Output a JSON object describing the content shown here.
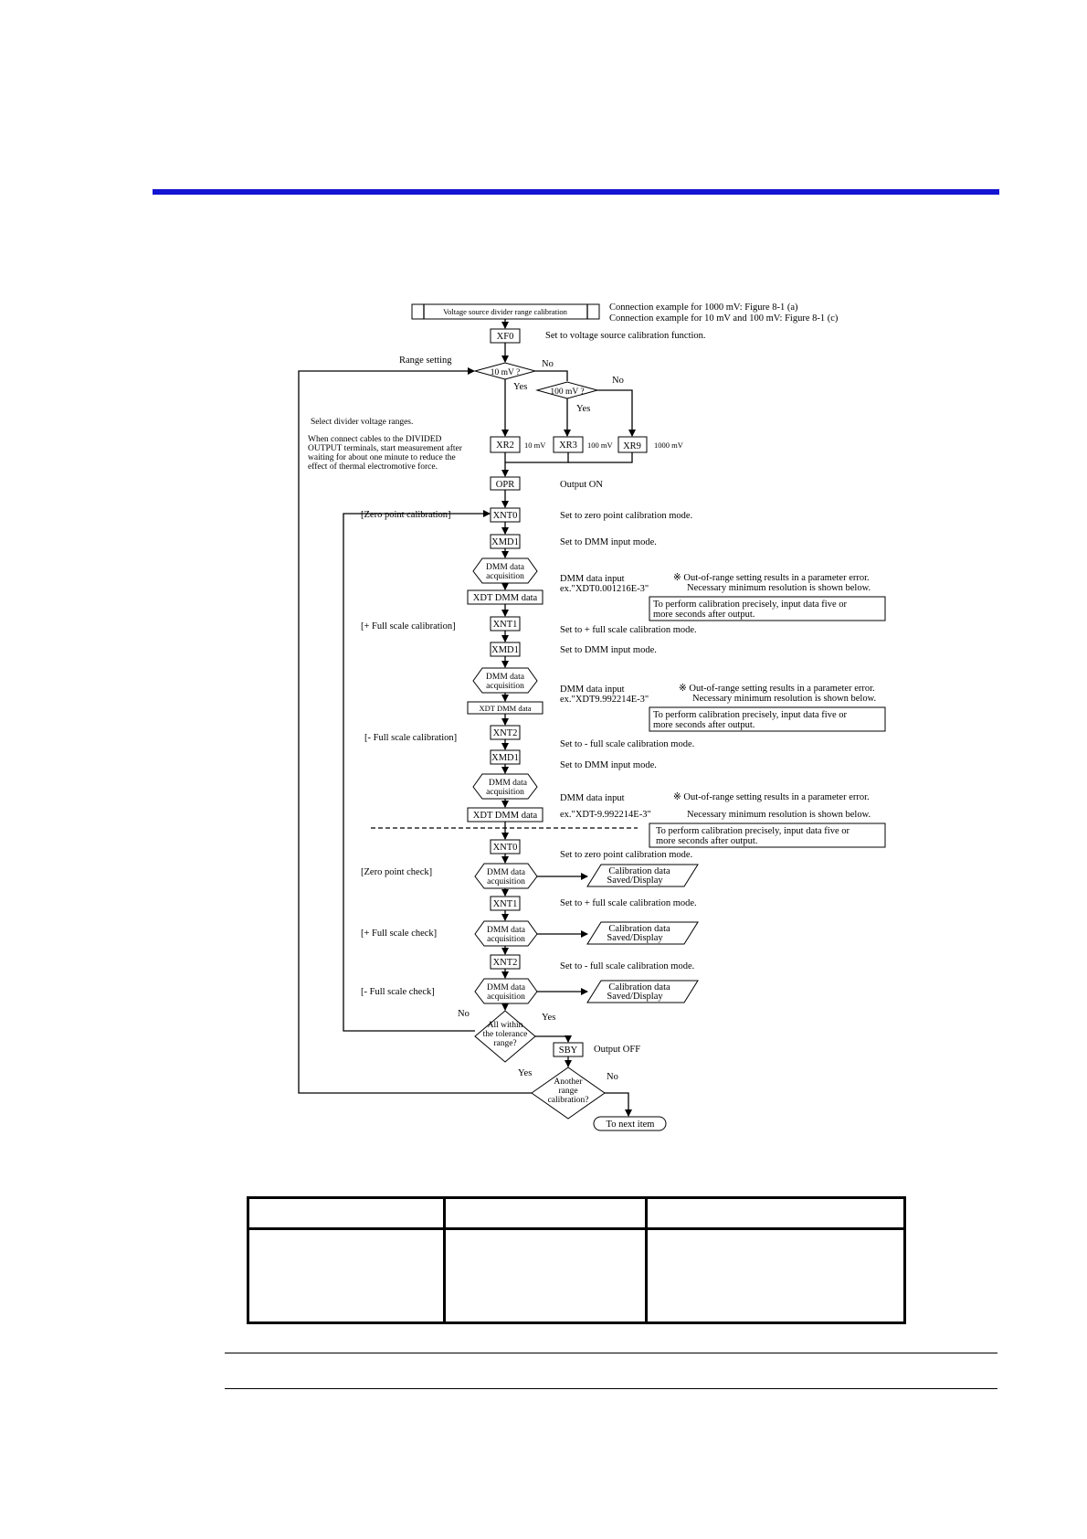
{
  "flowchart": {
    "title": "Voltage source divider range calibration",
    "connection_note_1": "Connection example for 1000 mV: Figure 8-1 (a)",
    "connection_note_2": "Connection example for 10 mV and 100 mV: Figure 8-1 (c)",
    "xf0": "XF0",
    "xf0_note": "Set to voltage source calibration function.",
    "range_setting": "Range setting",
    "q_10mv": "10 mV ?",
    "q_100mv": "100 mV ?",
    "no": "No",
    "yes": "Yes",
    "select_ranges": "Select divider voltage ranges.",
    "divided_note": [
      "When connect cables to the DIVIDED",
      "OUTPUT terminals, start measurement  after",
      "waiting for about one minute to reduce the",
      "effect of thermal electromotive force."
    ],
    "xr2": "XR2",
    "xr3": "XR3",
    "xr9": "XR9",
    "lbl_10mv": "10 mV",
    "lbl_100mv": "100 mV",
    "lbl_1000mv": "1000 mV",
    "opr": "OPR",
    "output_on": "Output ON",
    "zero_cal": "[Zero point calibration]",
    "plus_cal": "[+ Full scale calibration]",
    "minus_cal": "[- Full scale calibration]",
    "xnt0": "XNT0",
    "xnt1": "XNT1",
    "xnt2": "XNT2",
    "xmd1": "XMD1",
    "zero_mode": "Set to zero point calibration mode.",
    "plus_mode": "Set to + full scale calibration mode.",
    "minus_mode": "Set to - full scale calibration mode.",
    "dmm_mode": "Set to DMM input mode.",
    "dmm_acq_1": "DMM data",
    "dmm_acq_2": "acquisition",
    "xdt_dmm": "XDT DMM data",
    "dmm_input": "DMM data input",
    "ex_1": "ex.\"XDT0.001216E-3\"",
    "ex_2": "ex.\"XDT9.992214E-3\"",
    "ex_3": "ex.\"XDT-9.992214E-3\"",
    "out_of_range": "※ Out-of-range setting results in a parameter error.",
    "min_res": "Necessary minimum resolution is shown below.",
    "precise_1": "To perform calibration precisely, input data five or",
    "precise_2": "more seconds after output.",
    "zero_check": "[Zero point check]",
    "plus_check": "[+ Full scale check]",
    "minus_check": "[- Full scale check]",
    "cal_data_1": "Calibration data",
    "cal_data_2": "Saved/Display",
    "tol_1": "All within",
    "tol_2": "the tolerance",
    "tol_3": "range?",
    "sby": "SBY",
    "output_off": "Output OFF",
    "another_1": "Another",
    "another_2": "range",
    "another_3": "calibration?",
    "next_item": "To next item"
  },
  "table": {
    "header": [
      "",
      "",
      ""
    ],
    "row": [
      "",
      "",
      ""
    ]
  }
}
